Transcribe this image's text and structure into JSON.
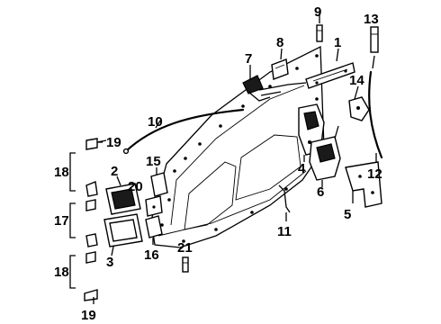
{
  "diagram": {
    "callouts": [
      "1",
      "2",
      "3",
      "4",
      "5",
      "6",
      "7",
      "8",
      "9",
      "10",
      "11",
      "12",
      "13",
      "14",
      "15",
      "16",
      "17",
      "18",
      "18",
      "19",
      "19",
      "20",
      "21"
    ]
  }
}
